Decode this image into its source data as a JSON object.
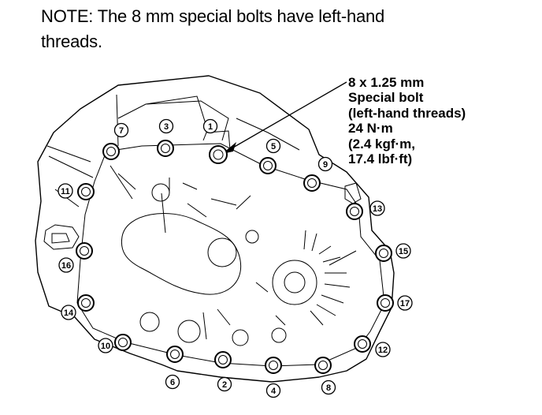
{
  "note": {
    "line1": "NOTE: The 8 mm special bolts have left-hand",
    "line2": "threads."
  },
  "callout": {
    "line1": "8 x 1.25 mm",
    "line2": "Special bolt",
    "line3": "(left-hand threads)",
    "line4": "24 N·m",
    "line5": "(2.4 kgf·m,",
    "line6": "17.4 lbf·ft)"
  },
  "bolts": [
    {
      "label": "1"
    },
    {
      "label": "2"
    },
    {
      "label": "3"
    },
    {
      "label": "4"
    },
    {
      "label": "5"
    },
    {
      "label": "6"
    },
    {
      "label": "7"
    },
    {
      "label": "8"
    },
    {
      "label": "9"
    },
    {
      "label": "10"
    },
    {
      "label": "11"
    },
    {
      "label": "12"
    },
    {
      "label": "13"
    },
    {
      "label": "14"
    },
    {
      "label": "15"
    },
    {
      "label": "16"
    },
    {
      "label": "17"
    }
  ]
}
